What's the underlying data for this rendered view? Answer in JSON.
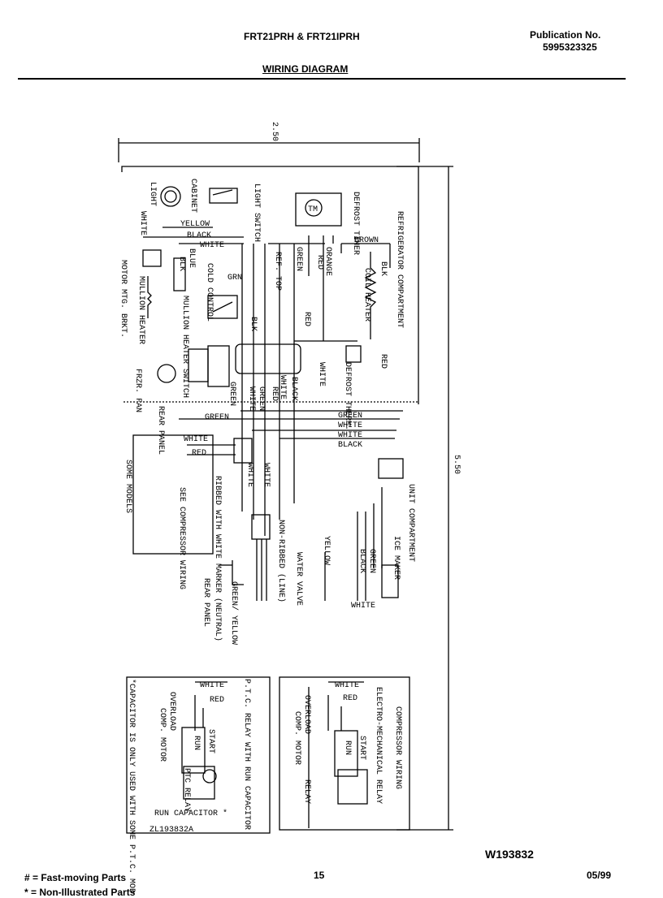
{
  "header": {
    "model": "FRT21PRH & FRT21IPRH",
    "publication_label": "Publication No.",
    "publication_number": "5995323325",
    "title": "WIRING DIAGRAM"
  },
  "dimensions": {
    "width": "2.50",
    "height": "5.50"
  },
  "compartments": {
    "refrigerator": "REFRIGERATOR COMPARTMENT",
    "unit": "UNIT COMPARTMENT"
  },
  "components": {
    "light": "LIGHT",
    "cabinet": "CABINET",
    "light_switch": "LIGHT SWITCH",
    "defrost_timer": "DEFROST TIMER",
    "mullion_heater": "MULLION HEATER",
    "mullion_heater_switch": "MULLION HEATER SWITCH",
    "motor_mtg_brkt": "MOTOR MTG. BRKT.",
    "cold_control": "COLD CONTROL",
    "ref_top": "REF. TOP",
    "coil_heater": "COIL HEATER",
    "defrost_therm": "DEFROST THERM.",
    "frzr_fan": "FRZR. FAN",
    "rear_panel": "REAR PANEL",
    "see_compressor_wiring": "SEE COMPRESSOR WIRING",
    "some_models": "SOME MODELS",
    "ribbed": "RIBBED WITH WHITE MARKER (NEUTRAL)",
    "non_ribbed": "NON-RIBBED (LINE)",
    "ice_maker": "ICE MAKER",
    "water_valve": "WATER VALVE",
    "green_yellow": "GREEN/ YELLOW",
    "rear_panel_2": "REAR PANEL"
  },
  "wire_labels": {
    "white": "WHITE",
    "yellow": "YELLOW",
    "black": "BLACK",
    "blk": "BLK",
    "blue": "BLUE",
    "green": "GREEN",
    "grn": "GRN",
    "red": "RED",
    "orange": "ORANGE",
    "brown": "BROWN"
  },
  "inset_left": {
    "title": "P.T.C. RELAY WITH RUN CAPACITOR",
    "overload": "OVERLOAD",
    "comp_motor": "COMP. MOTOR",
    "ptc_relay": "PTC RELAY",
    "start": "START",
    "run": "RUN",
    "run_capacitor": "RUN CAPACITOR *",
    "note": "*CAPACITOR IS ONLY USED WITH SOME P.T.C. MODELS.",
    "code": "ZL193832A",
    "white": "WHITE",
    "red": "RED"
  },
  "inset_right": {
    "title": "COMPRESSOR WIRING",
    "subtitle": "ELECTRO-MECHANICAL RELAY",
    "overload": "OVERLOAD",
    "comp_motor": "COMP. MOTOR",
    "relay": "RELAY",
    "start": "START",
    "run": "RUN",
    "white": "WHITE",
    "red": "RED"
  },
  "footer": {
    "code": "W193832",
    "legend_fast": "# = Fast-moving Parts",
    "legend_nonill": "* = Non-Illustrated Parts",
    "page": "15",
    "date": "05/99"
  }
}
